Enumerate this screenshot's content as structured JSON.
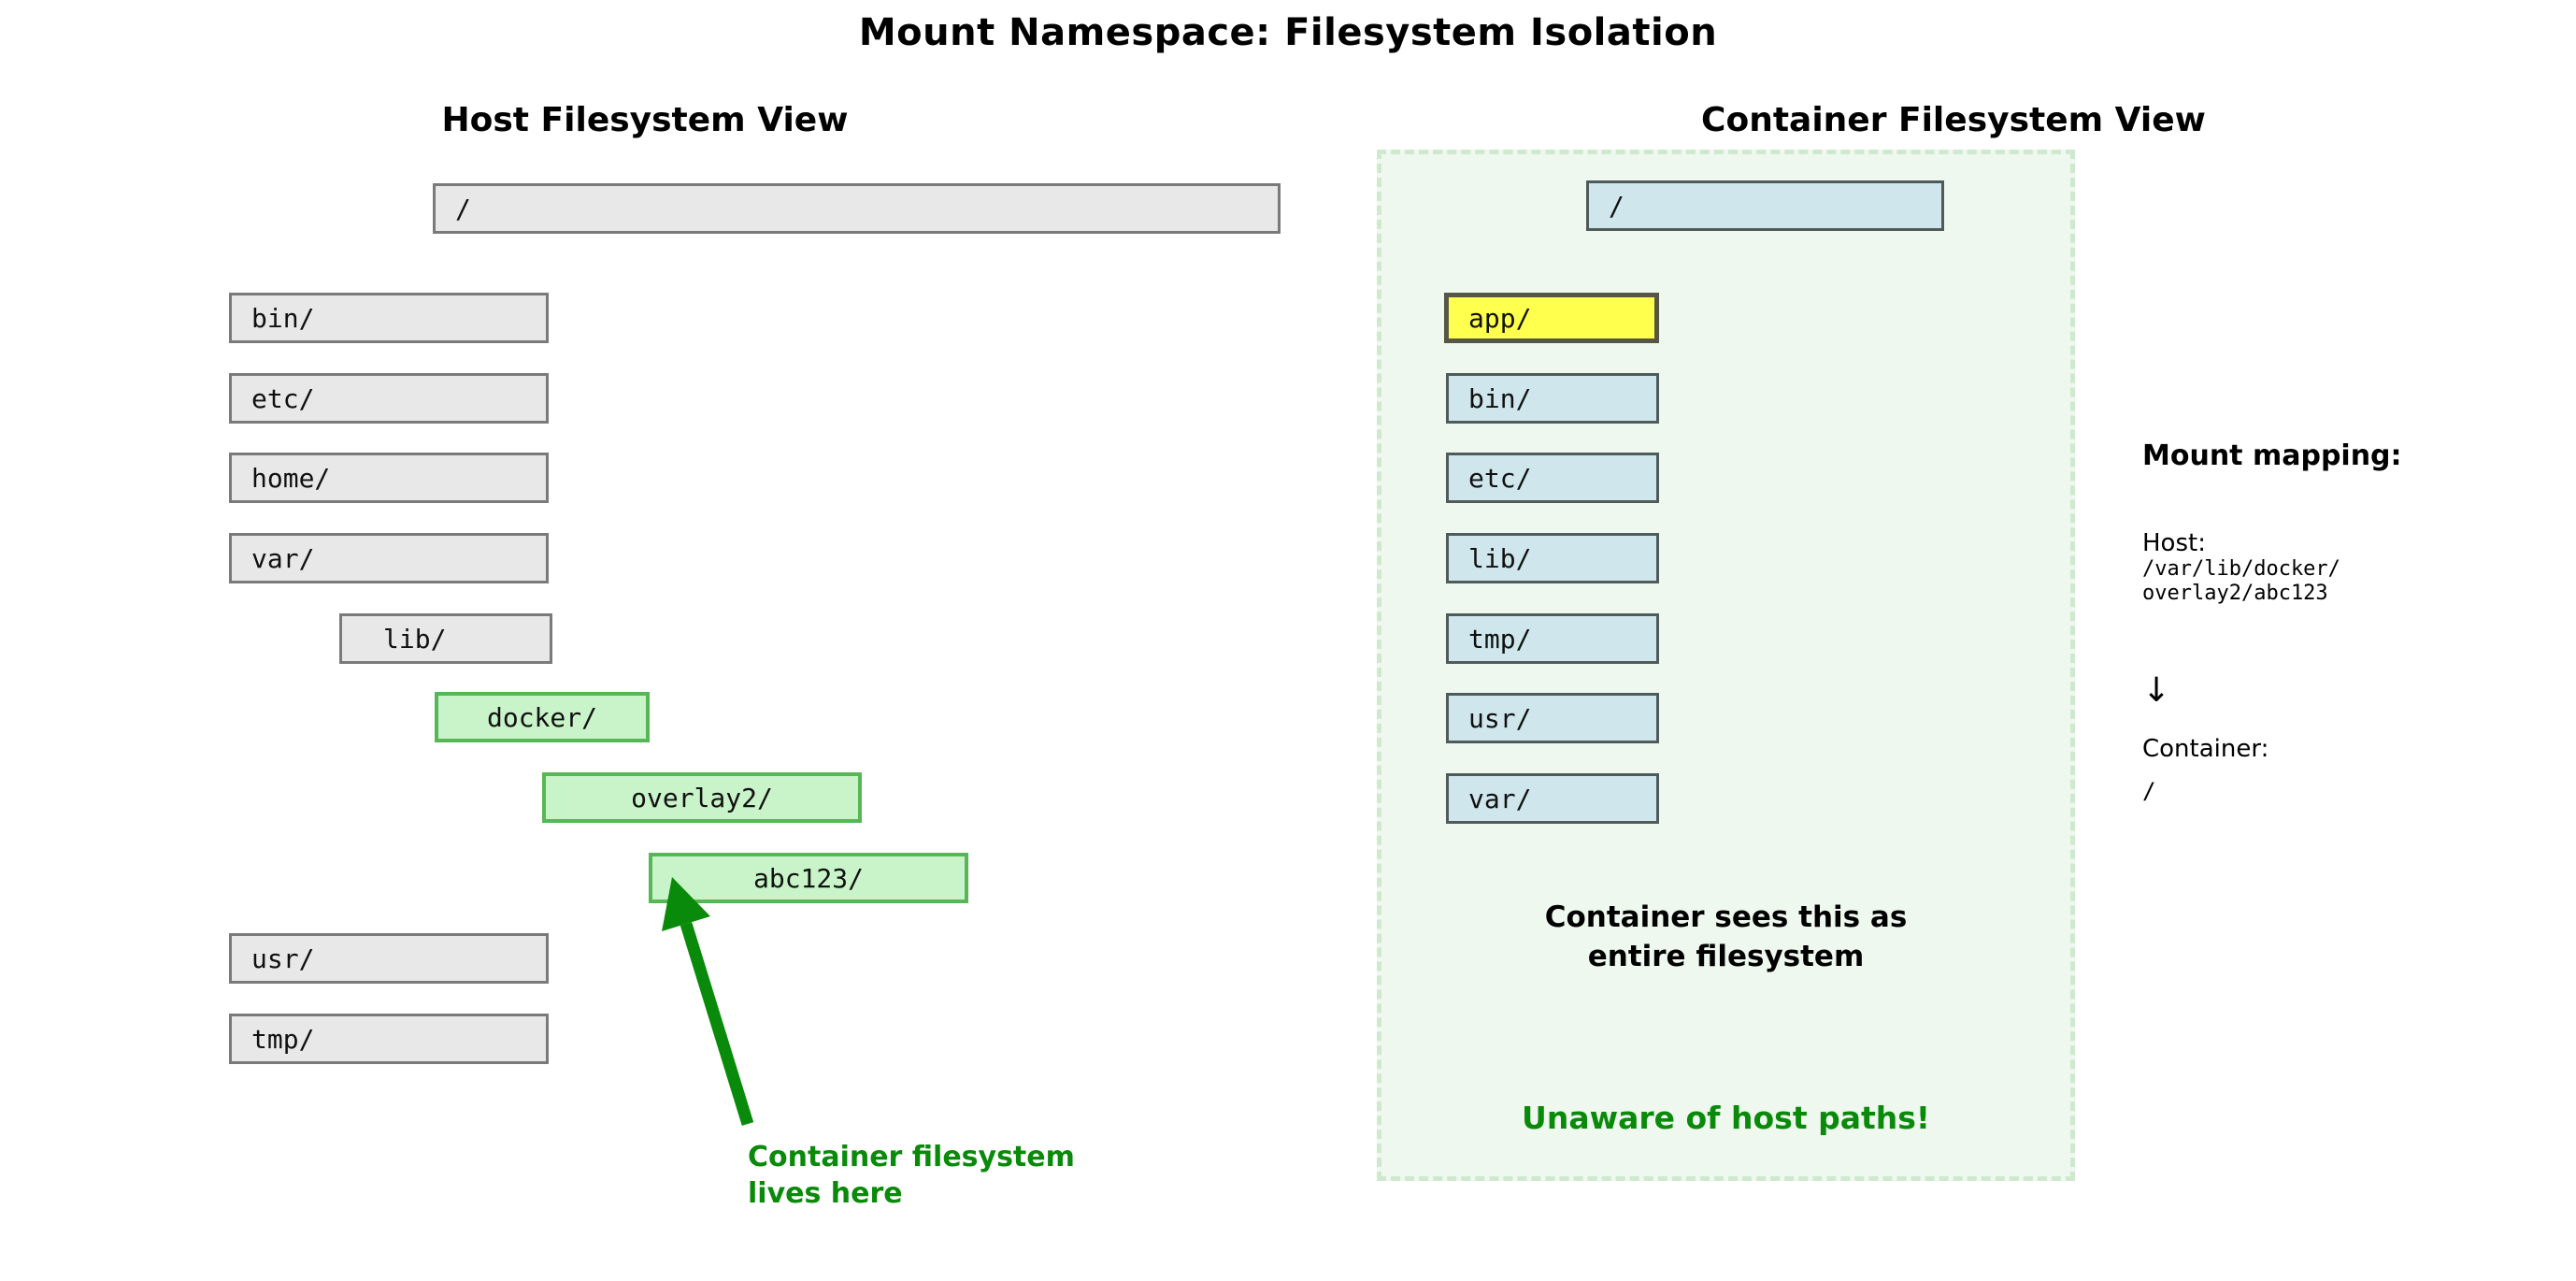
{
  "title": "Mount Namespace: Filesystem Isolation",
  "host": {
    "heading": "Host Filesystem View",
    "root": "/",
    "dirs": [
      "bin/",
      "etc/",
      "home/",
      "var/",
      "lib/",
      "docker/",
      "overlay2/",
      "abc123/",
      "usr/",
      "tmp/"
    ]
  },
  "container": {
    "heading": "Container Filesystem View",
    "root": "/",
    "dirs": [
      "app/",
      "bin/",
      "etc/",
      "lib/",
      "tmp/",
      "usr/",
      "var/"
    ],
    "note_line1": "Container sees this as",
    "note_line2": "entire filesystem",
    "warning": "Unaware of host paths!"
  },
  "annotation": {
    "line1": "Container filesystem",
    "line2": "lives here"
  },
  "mapping": {
    "heading": "Mount mapping:",
    "host_label": "Host:",
    "host_path_line1": "/var/lib/docker/",
    "host_path_line2": "overlay2/abc123",
    "down_arrow": "↓",
    "container_label": "Container:",
    "container_path": "/"
  },
  "colors": {
    "host_box_fill": "#e8e8e8",
    "host_box_border": "#7a7a7a",
    "mount_box_fill": "#c9f4c9",
    "mount_box_border": "#57b757",
    "container_box_fill": "#cfe6ec",
    "container_box_border": "#4f5a5a",
    "app_box_fill": "#ffff4d",
    "app_box_border": "#565647",
    "namespace_region_fill": "#eef8ee",
    "namespace_region_border": "#cfe9cf",
    "accent_green": "#0a8a0a"
  }
}
